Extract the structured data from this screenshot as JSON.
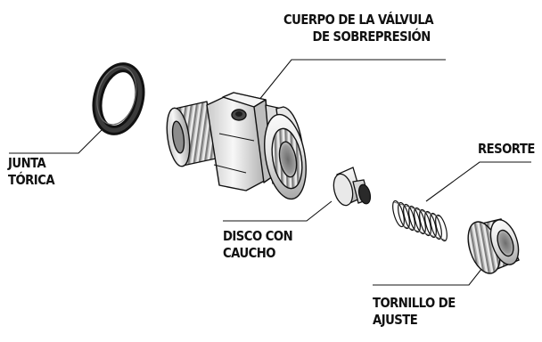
{
  "labels": {
    "valve_body": {
      "line1": "CUERPO DE LA VÁLVULA",
      "line2": "DE SOBREPRESIÓN"
    },
    "o_ring": {
      "line1": "JUNTA",
      "line2": "TÓRICA"
    },
    "spring": {
      "line1": "RESORTE"
    },
    "rubber_disc": {
      "line1": "DISCO CON",
      "line2": "CAUCHO"
    },
    "adjusting_screw": {
      "line1": "TORNILLO DE",
      "line2": "AJUSTE"
    }
  },
  "colors": {
    "outline": "#111111",
    "metal_light": "#f2f2f2",
    "metal_mid": "#cfcfcf",
    "metal_dark": "#8a8a8a",
    "background": "#ffffff"
  }
}
